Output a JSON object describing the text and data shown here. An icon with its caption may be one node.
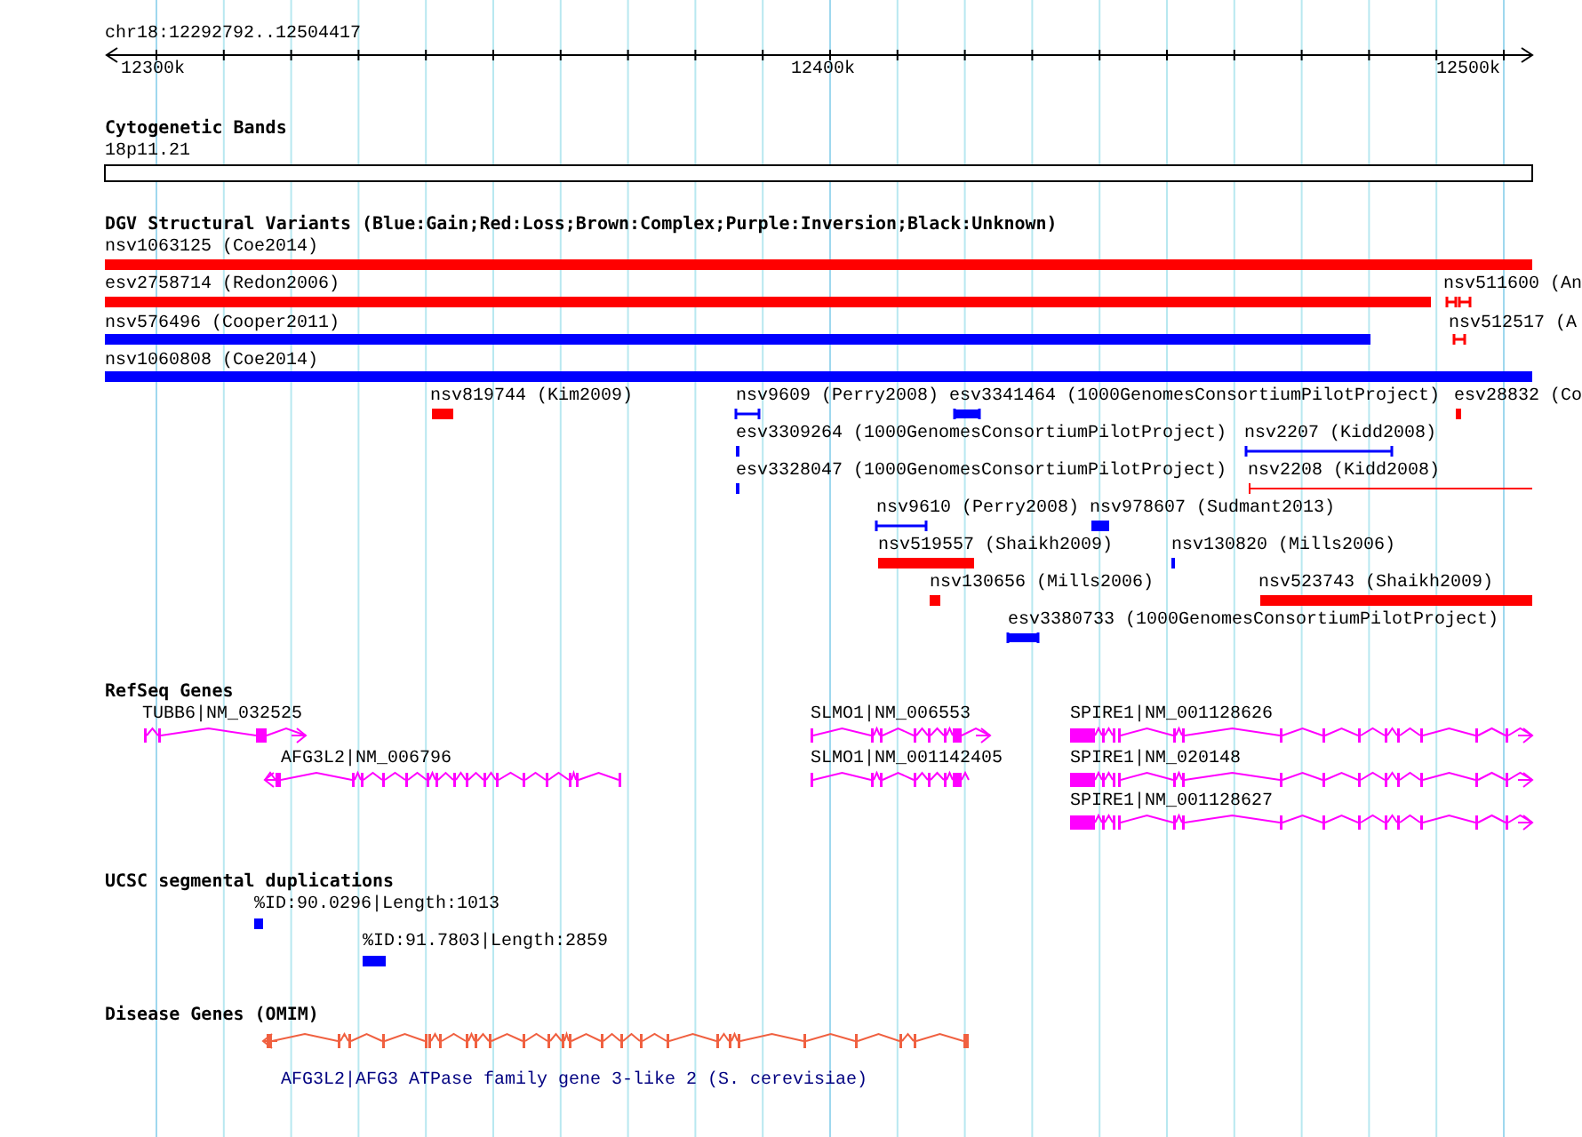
{
  "diagram": {
    "labels": [
      "chr18:12292792..12504417",
      "12300k",
      "12400k",
      "12500k",
      "Cytogenetic Bands",
      "18p11.21",
      "DGV Structural Variants (Blue:Gain;Red:Loss;Brown:Complex;Purple:Inversion;Black:Unknown)",
      "nsv1063125 (Coe2014)",
      "esv2758714 (Redon2006)",
      "nsv511600 (An",
      "nsv576496 (Cooper2011)",
      "nsv512517 (A",
      "nsv1060808 (Coe2014)",
      "nsv819744 (Kim2009)",
      "nsv9609 (Perry2008)",
      "esv3341464 (1000GenomesConsortiumPilotProject)",
      "esv28832 (Co",
      "esv3309264 (1000GenomesConsortiumPilotProject)",
      "nsv2207 (Kidd2008)",
      "esv3328047 (1000GenomesConsortiumPilotProject)",
      "nsv2208 (Kidd2008)",
      "nsv9610 (Perry2008)",
      "nsv978607 (Sudmant2013)",
      "nsv519557 (Shaikh2009)",
      "nsv130820 (Mills2006)",
      "nsv130656 (Mills2006)",
      "nsv523743 (Shaikh2009)",
      "esv3380733 (1000GenomesConsortiumPilotProject)",
      "RefSeq Genes",
      "TUBB6|NM_032525",
      "SLMO1|NM_006553",
      "SPIRE1|NM_001128626",
      "AFG3L2|NM_006796",
      "SLMO1|NM_001142405",
      "SPIRE1|NM_020148",
      "SPIRE1|NM_001128627",
      "UCSC segmental duplications",
      "%ID:90.0296|Length:1013",
      "%ID:91.7803|Length:2859",
      "Disease Genes (OMIM)",
      "AFG3L2|AFG3 ATPase family gene 3-like 2 (S. cerevisiae)"
    ]
  }
}
